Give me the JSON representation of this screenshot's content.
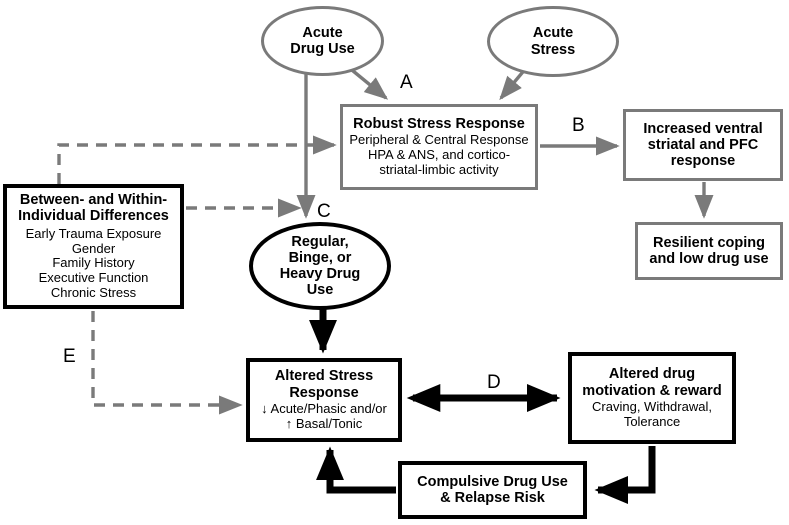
{
  "diagram": {
    "nodes": {
      "acute_drug_use": {
        "title": "Acute\nDrug Use",
        "shape": "ellipse",
        "stroke": "#7a7a7a"
      },
      "acute_stress": {
        "title": "Acute\nStress",
        "shape": "ellipse",
        "stroke": "#7a7a7a"
      },
      "robust_stress_response": {
        "title": "Robust Stress Response",
        "sub": "Peripheral & Central Response\nHPA & ANS, and cortico-\nstriatal-limbic activity",
        "shape": "rect",
        "stroke": "#7a7a7a"
      },
      "increased_ventral": {
        "title": "Increased ventral\nstriatal and PFC\nresponse",
        "shape": "rect",
        "stroke": "#7a7a7a"
      },
      "resilient_coping": {
        "title": "Resilient coping\nand low drug use",
        "shape": "rect",
        "stroke": "#7a7a7a"
      },
      "individual_differences": {
        "title": "Between- and Within-\nIndividual Differences",
        "sub": "Early Trauma Exposure\nGender\nFamily History\nExecutive Function\nChronic Stress",
        "shape": "rect",
        "stroke": "#000000"
      },
      "regular_binge_heavy": {
        "title": "Regular,\nBinge, or\nHeavy Drug\nUse",
        "shape": "ellipse",
        "stroke": "#000000"
      },
      "altered_stress_response": {
        "title": "Altered Stress\nResponse",
        "sub": "↓ Acute/Phasic and/or\n↑ Basal/Tonic",
        "shape": "rect",
        "stroke": "#000000"
      },
      "altered_drug_motivation": {
        "title": "Altered drug\nmotivation & reward",
        "sub": "Craving, Withdrawal,\nTolerance",
        "shape": "rect",
        "stroke": "#000000"
      },
      "compulsive_drug_use": {
        "title": "Compulsive Drug Use\n& Relapse Risk",
        "shape": "rect",
        "stroke": "#000000"
      }
    },
    "edge_labels": {
      "A": "A",
      "B": "B",
      "C": "C",
      "D": "D",
      "E": "E"
    },
    "edges": [
      {
        "id": "acute-drug-use-to-robust",
        "from": "acute_drug_use",
        "to": "robust_stress_response",
        "label": "A",
        "style": "solid",
        "color": "#7a7a7a"
      },
      {
        "id": "acute-stress-to-robust",
        "from": "acute_stress",
        "to": "robust_stress_response",
        "style": "solid",
        "color": "#7a7a7a"
      },
      {
        "id": "robust-to-increased-ventral",
        "from": "robust_stress_response",
        "to": "increased_ventral",
        "label": "B",
        "style": "solid",
        "color": "#7a7a7a"
      },
      {
        "id": "increased-ventral-to-resilient",
        "from": "increased_ventral",
        "to": "resilient_coping",
        "style": "solid",
        "color": "#7a7a7a"
      },
      {
        "id": "acute-drug-use-to-regular",
        "from": "acute_drug_use",
        "to": "regular_binge_heavy",
        "label": "C",
        "style": "solid",
        "color": "#7a7a7a"
      },
      {
        "id": "differences-to-robust",
        "from": "individual_differences",
        "to": "robust_stress_response",
        "style": "dashed",
        "color": "#7a7a7a"
      },
      {
        "id": "differences-to-regular",
        "from": "individual_differences",
        "to": "regular_binge_heavy",
        "style": "dashed",
        "color": "#7a7a7a"
      },
      {
        "id": "differences-to-altered-stress",
        "from": "individual_differences",
        "to": "altered_stress_response",
        "label": "E",
        "style": "dashed",
        "color": "#7a7a7a"
      },
      {
        "id": "regular-to-altered-stress",
        "from": "regular_binge_heavy",
        "to": "altered_stress_response",
        "style": "solid",
        "color": "#000000"
      },
      {
        "id": "altered-stress-to-altered-drug",
        "from": "altered_stress_response",
        "to": "altered_drug_motivation",
        "label": "D",
        "style": "solid-bidirectional",
        "color": "#000000"
      },
      {
        "id": "altered-drug-to-compulsive",
        "from": "altered_drug_motivation",
        "to": "compulsive_drug_use",
        "style": "solid",
        "color": "#000000"
      },
      {
        "id": "compulsive-to-altered-stress",
        "from": "compulsive_drug_use",
        "to": "altered_stress_response",
        "style": "solid",
        "color": "#000000"
      }
    ],
    "colors": {
      "grey_stroke": "#7a7a7a",
      "black_stroke": "#000000",
      "background": "#ffffff"
    }
  }
}
